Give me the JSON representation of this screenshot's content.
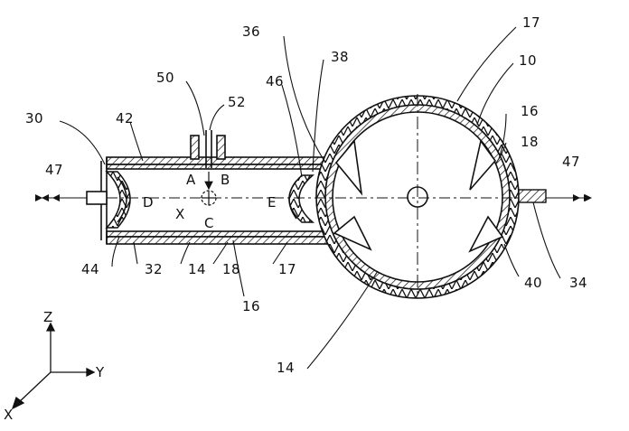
{
  "figure": {
    "ref_labels": {
      "r17_top": "17",
      "r10": "10",
      "r36": "36",
      "r38": "38",
      "r46": "46",
      "r50": "50",
      "r52": "52",
      "r30": "30",
      "r42": "42",
      "r16_right": "16",
      "r18_right": "18",
      "r47_left": "47",
      "r47_right": "47",
      "r44": "44",
      "r32": "32",
      "r14_bottom_tube": "14",
      "r18_bottom": "18",
      "r17_bottom": "17",
      "r16_bottom": "16",
      "r40": "40",
      "r34": "34",
      "r14_sphere": "14"
    },
    "point_labels": {
      "A": "A",
      "B": "B",
      "C": "C",
      "D": "D",
      "E": "E",
      "X": "X"
    },
    "axes": {
      "z": "Z",
      "y": "Y",
      "x": "X"
    }
  }
}
